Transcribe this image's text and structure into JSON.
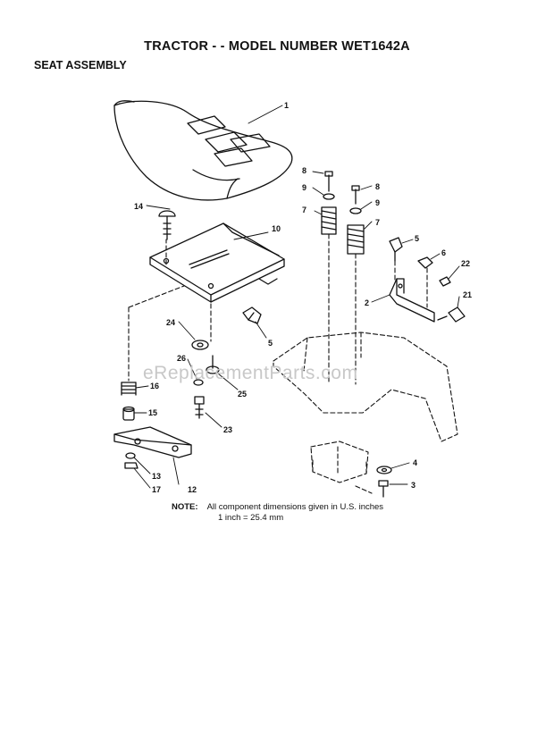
{
  "header": {
    "title": "TRACTOR - - MODEL NUMBER WET1642A",
    "subtitle": "SEAT ASSEMBLY"
  },
  "callouts": [
    {
      "id": "c1",
      "label": "1"
    },
    {
      "id": "c2",
      "label": "2"
    },
    {
      "id": "c3",
      "label": "3"
    },
    {
      "id": "c4",
      "label": "4"
    },
    {
      "id": "c5a",
      "label": "5"
    },
    {
      "id": "c5b",
      "label": "5"
    },
    {
      "id": "c6",
      "label": "6"
    },
    {
      "id": "c7a",
      "label": "7"
    },
    {
      "id": "c7b",
      "label": "7"
    },
    {
      "id": "c8a",
      "label": "8"
    },
    {
      "id": "c8b",
      "label": "8"
    },
    {
      "id": "c9a",
      "label": "9"
    },
    {
      "id": "c9b",
      "label": "9"
    },
    {
      "id": "c10",
      "label": "10"
    },
    {
      "id": "c12",
      "label": "12"
    },
    {
      "id": "c13",
      "label": "13"
    },
    {
      "id": "c14",
      "label": "14"
    },
    {
      "id": "c15",
      "label": "15"
    },
    {
      "id": "c16",
      "label": "16"
    },
    {
      "id": "c17",
      "label": "17"
    },
    {
      "id": "c21",
      "label": "21"
    },
    {
      "id": "c22",
      "label": "22"
    },
    {
      "id": "c23",
      "label": "23"
    },
    {
      "id": "c24",
      "label": "24"
    },
    {
      "id": "c25",
      "label": "25"
    },
    {
      "id": "c26",
      "label": "26"
    }
  ],
  "note": {
    "label": "NOTE:",
    "line1": "All component dimensions given in U.S. inches",
    "line2": "1 inch = 25.4 mm"
  },
  "watermark": "eReplacementParts.com"
}
